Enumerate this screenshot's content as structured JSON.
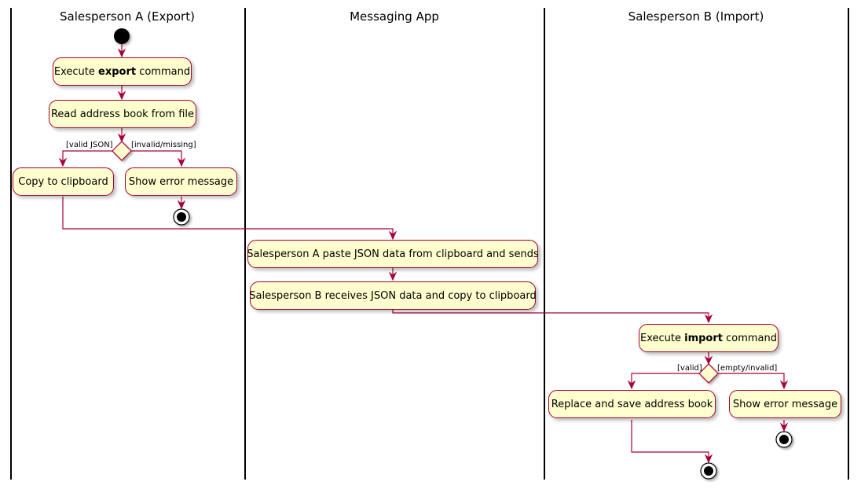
{
  "lanes": [
    {
      "title": "Salesperson A (Export)"
    },
    {
      "title": "Messaging App"
    },
    {
      "title": "Salesperson B (Import)"
    }
  ],
  "activities": {
    "exec_export": {
      "prefix": "Execute ",
      "bold": "export",
      "suffix": " command"
    },
    "read_file": "Read address book from file",
    "copy_clipboard": "Copy to clipboard",
    "show_error_a": "Show error message",
    "paste_send": "Salesperson A paste JSON data from clipboard and sends",
    "receive_copy": "Salesperson B receives JSON data and copy to clipboard",
    "exec_import": {
      "prefix": "Execute ",
      "bold": "import",
      "suffix": " command"
    },
    "replace_save": "Replace and save address book",
    "show_error_b": "Show error message"
  },
  "guards": {
    "valid_json": "[valid JSON]",
    "invalid_missing": "[invalid/missing]",
    "valid": "[valid]",
    "empty_invalid": "[empty/invalid]"
  },
  "colors": {
    "activity_fill": "#fefece",
    "border": "#a80036",
    "lane_line": "#000000"
  }
}
